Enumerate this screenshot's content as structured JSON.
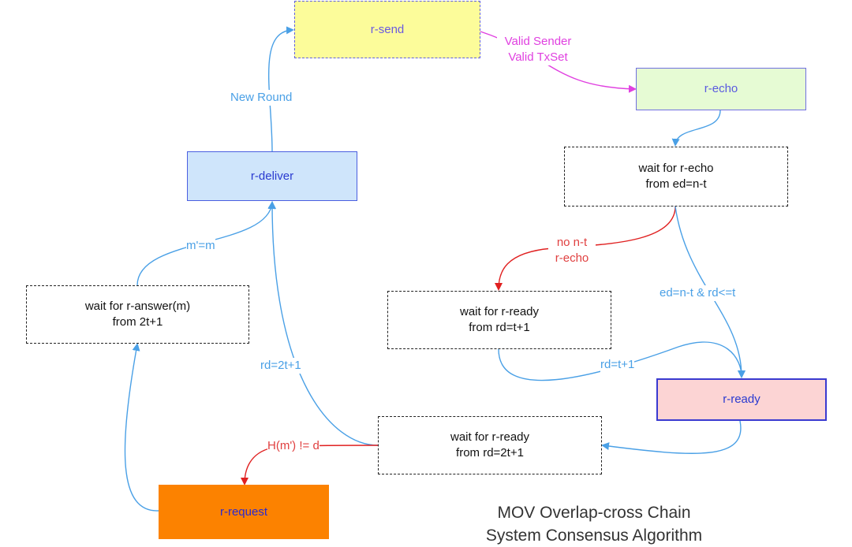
{
  "nodes": {
    "r_send": "r-send",
    "r_echo": "r-echo",
    "r_deliver": "r-deliver",
    "r_ready": "r-ready",
    "r_request": "r-request",
    "wait_echo": [
      "wait for r-echo",
      "from ed=n-t"
    ],
    "wait_ready_t1": [
      "wait for r-ready",
      "from rd=t+1"
    ],
    "wait_answer": [
      "wait for r-answer(m)",
      "from 2t+1"
    ],
    "wait_ready_2t1": [
      "wait for r-ready",
      "from rd=2t+1"
    ]
  },
  "edges": {
    "valid_sender": [
      "Valid Sender",
      "Valid TxSet"
    ],
    "new_round": "New Round",
    "m_eq": "m'=m",
    "no_nt_echo": [
      "no n-t",
      "r-echo"
    ],
    "ed_rd": "ed=n-t & rd<=t",
    "rd_t1": "rd=t+1",
    "rd_2t1": "rd=2t+1",
    "hash_ne": "H(m') != d"
  },
  "caption": [
    "MOV Overlap-cross Chain",
    "System Consensus Algorithm"
  ],
  "colors": {
    "blue_edge": "#4aa0e6",
    "red_edge": "#e02020",
    "pink_edge": "#e040e0"
  }
}
